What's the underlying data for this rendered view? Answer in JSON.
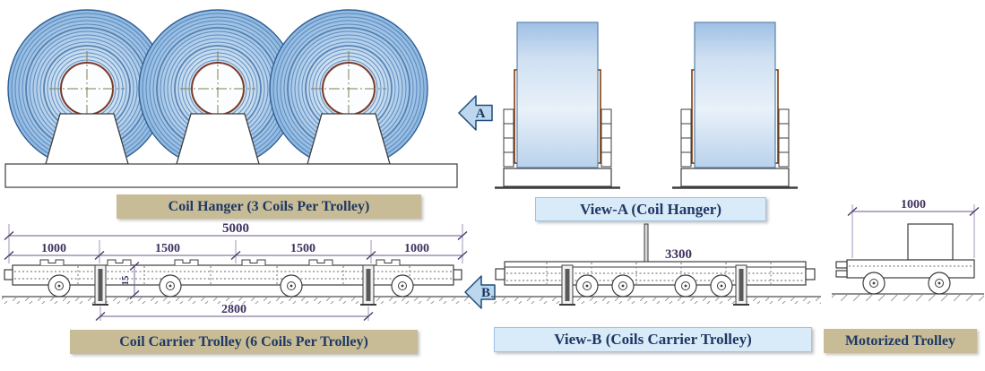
{
  "captions": {
    "coil_hanger": "Coil Hanger (3 Coils Per Trolley)",
    "view_a": "View-A (Coil Hanger)",
    "coil_carrier": "Coil Carrier Trolley (6 Coils Per Trolley)",
    "view_b": "View-B (Coils Carrier Trolley)",
    "motorized": "Motorized Trolley"
  },
  "view_markers": {
    "a": "A",
    "b": "B"
  },
  "dims": {
    "trolley_total_length": "5000",
    "segment_1": "1000",
    "segment_2": "1500",
    "segment_3": "1500",
    "segment_4": "1000",
    "deck_plate": "15",
    "jack_spacing": "2800",
    "view_b_length": "3300",
    "motorized_length": "1000"
  },
  "colors": {
    "coil_blue": "#9dc3e6",
    "coil_blue_light": "#deebf7",
    "hanger_frame_brown": "#843c0c",
    "caption_tan_bg": "#c8bc96",
    "caption_blue_bg": "#d9ebf8",
    "caption_text": "#1f3864",
    "dimension_text": "#3f3160",
    "arrow_fill": "#bdd7ee",
    "arrow_stroke": "#1f4e79",
    "drawing_line": "#3d3d3d"
  }
}
